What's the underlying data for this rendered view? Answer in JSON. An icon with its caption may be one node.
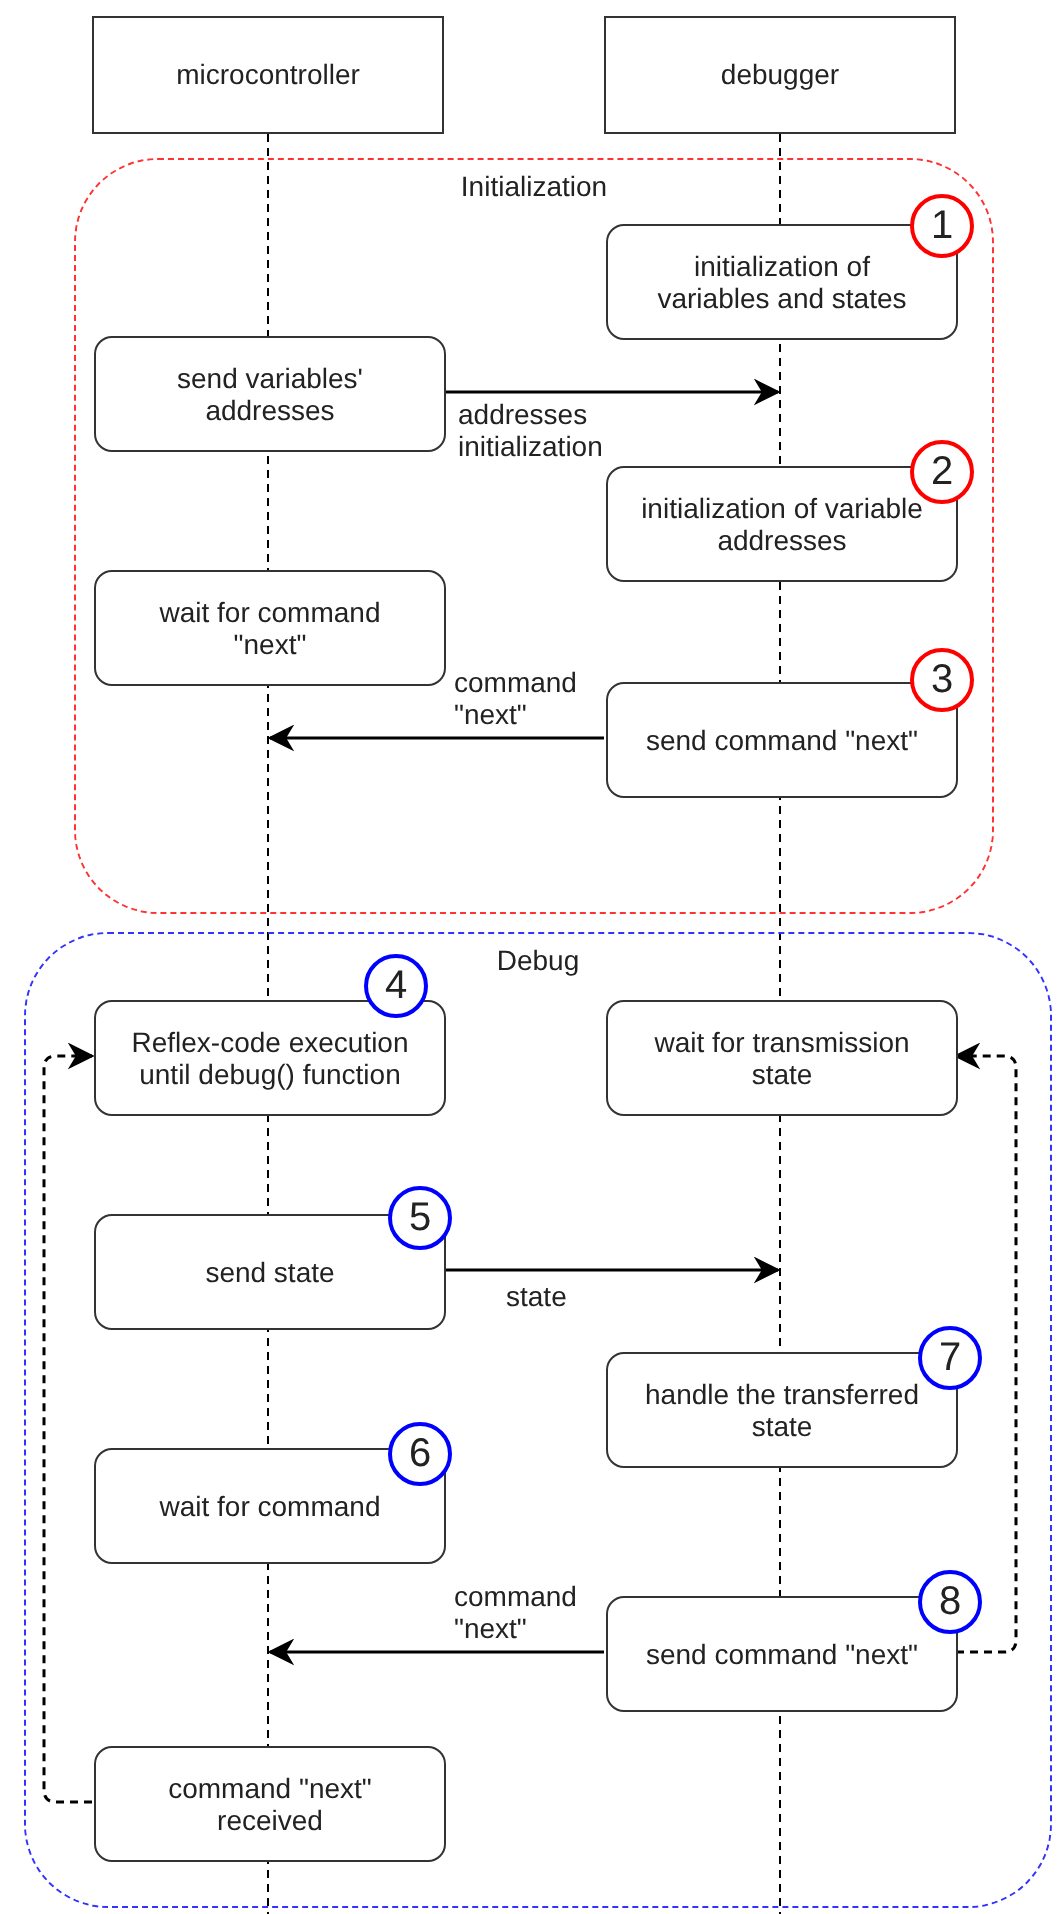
{
  "diagram": {
    "nodes": [
      {
        "text": [
          "microcontroller"
        ]
      },
      {
        "text": [
          "debugger"
        ]
      },
      {
        "text": [
          "Initialization"
        ]
      },
      {
        "text": [
          "initialization of variables and states"
        ],
        "in": 2
      },
      {
        "text": [
          "1"
        ],
        "in": 2
      },
      {
        "text": [
          "send variables' addresses"
        ],
        "in": 2
      },
      {
        "text": [
          "initialization of variable addresses"
        ],
        "in": 2
      },
      {
        "text": [
          "2"
        ],
        "in": 2
      },
      {
        "text": [
          "wait for command \"next\""
        ],
        "in": 2
      },
      {
        "text": [
          "send command \"next\""
        ],
        "in": 2
      },
      {
        "text": [
          "3"
        ],
        "in": 2
      },
      {
        "text": [
          "Debug"
        ]
      },
      {
        "text": [
          "Reflex-code execution until debug() function"
        ],
        "in": 11
      },
      {
        "text": [
          "4"
        ],
        "in": 11
      },
      {
        "text": [
          "wait for transmission state"
        ],
        "in": 11
      },
      {
        "text": [
          "send state"
        ],
        "in": 11
      },
      {
        "text": [
          "5"
        ],
        "in": 11
      },
      {
        "text": [
          "handle the transferred state"
        ],
        "in": 11
      },
      {
        "text": [
          "7"
        ],
        "in": 11
      },
      {
        "text": [
          "wait for command"
        ],
        "in": 11
      },
      {
        "text": [
          "6"
        ],
        "in": 11
      },
      {
        "text": [
          "send command \"next\""
        ],
        "in": 11
      },
      {
        "text": [
          "8"
        ],
        "in": 11
      },
      {
        "text": [
          "command \"next\" received"
        ],
        "in": 11
      },
      {
        "text": [],
        "shape": "line"
      },
      {
        "text": [],
        "shape": "line"
      }
    ],
    "edges": [
      {
        "from": 5,
        "to": 25,
        "arrow": "to",
        "label": "addresses initialization"
      },
      {
        "from": 9,
        "to": 24,
        "arrow": "to",
        "label": "command \"next\""
      },
      {
        "from": 15,
        "to": 25,
        "arrow": "to",
        "label": "state"
      },
      {
        "from": 21,
        "to": 24,
        "arrow": "to",
        "label": "command \"next\""
      },
      {
        "from": 23,
        "to": 12,
        "arrow": "to",
        "style": "dashed"
      },
      {
        "from": 21,
        "to": 14,
        "arrow": "to",
        "style": "dashed"
      }
    ]
  }
}
